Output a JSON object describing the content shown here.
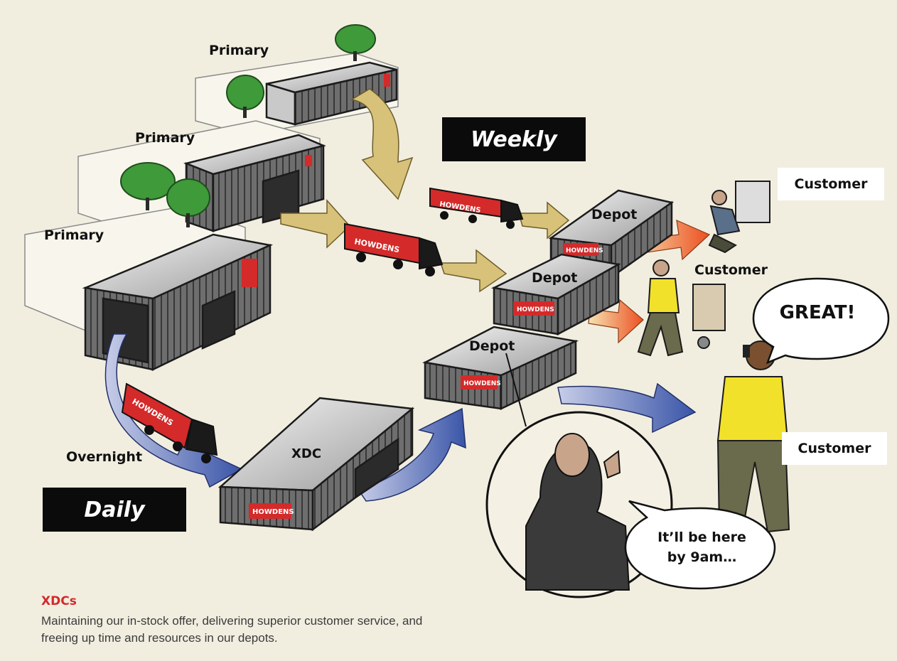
{
  "colors": {
    "background": "#f1eee0",
    "brand_red": "#d42a2a",
    "arrow_gold": "#d8c27a",
    "arrow_blue": "#4a5fa8",
    "arrow_orange": "#ec6a2a",
    "vest_yellow": "#f2e12a",
    "tree_green": "#3f9a3a"
  },
  "labels": {
    "primary_top": "Primary",
    "primary_mid": "Primary",
    "primary_bottom": "Primary",
    "weekly": "Weekly",
    "daily": "Daily",
    "overnight": "Overnight",
    "xdc": "XDC",
    "depot_top": "Depot",
    "depot_mid": "Depot",
    "depot_bottom": "Depot",
    "customer_top": "Customer",
    "customer_mid": "Customer",
    "customer_bottom": "Customer",
    "brand": "HOWDENS"
  },
  "bubbles": {
    "great": "GREAT!",
    "promise_line1": "It’ll be here",
    "promise_line2": "by 9am…"
  },
  "caption": {
    "title": "XDCs",
    "body": "Maintaining our in-stock offer, delivering superior customer service, and freeing up time and resources in our depots."
  },
  "icons": [
    "tree-icon",
    "truck-icon",
    "warehouse-icon",
    "worker-icon",
    "phone-icon"
  ]
}
